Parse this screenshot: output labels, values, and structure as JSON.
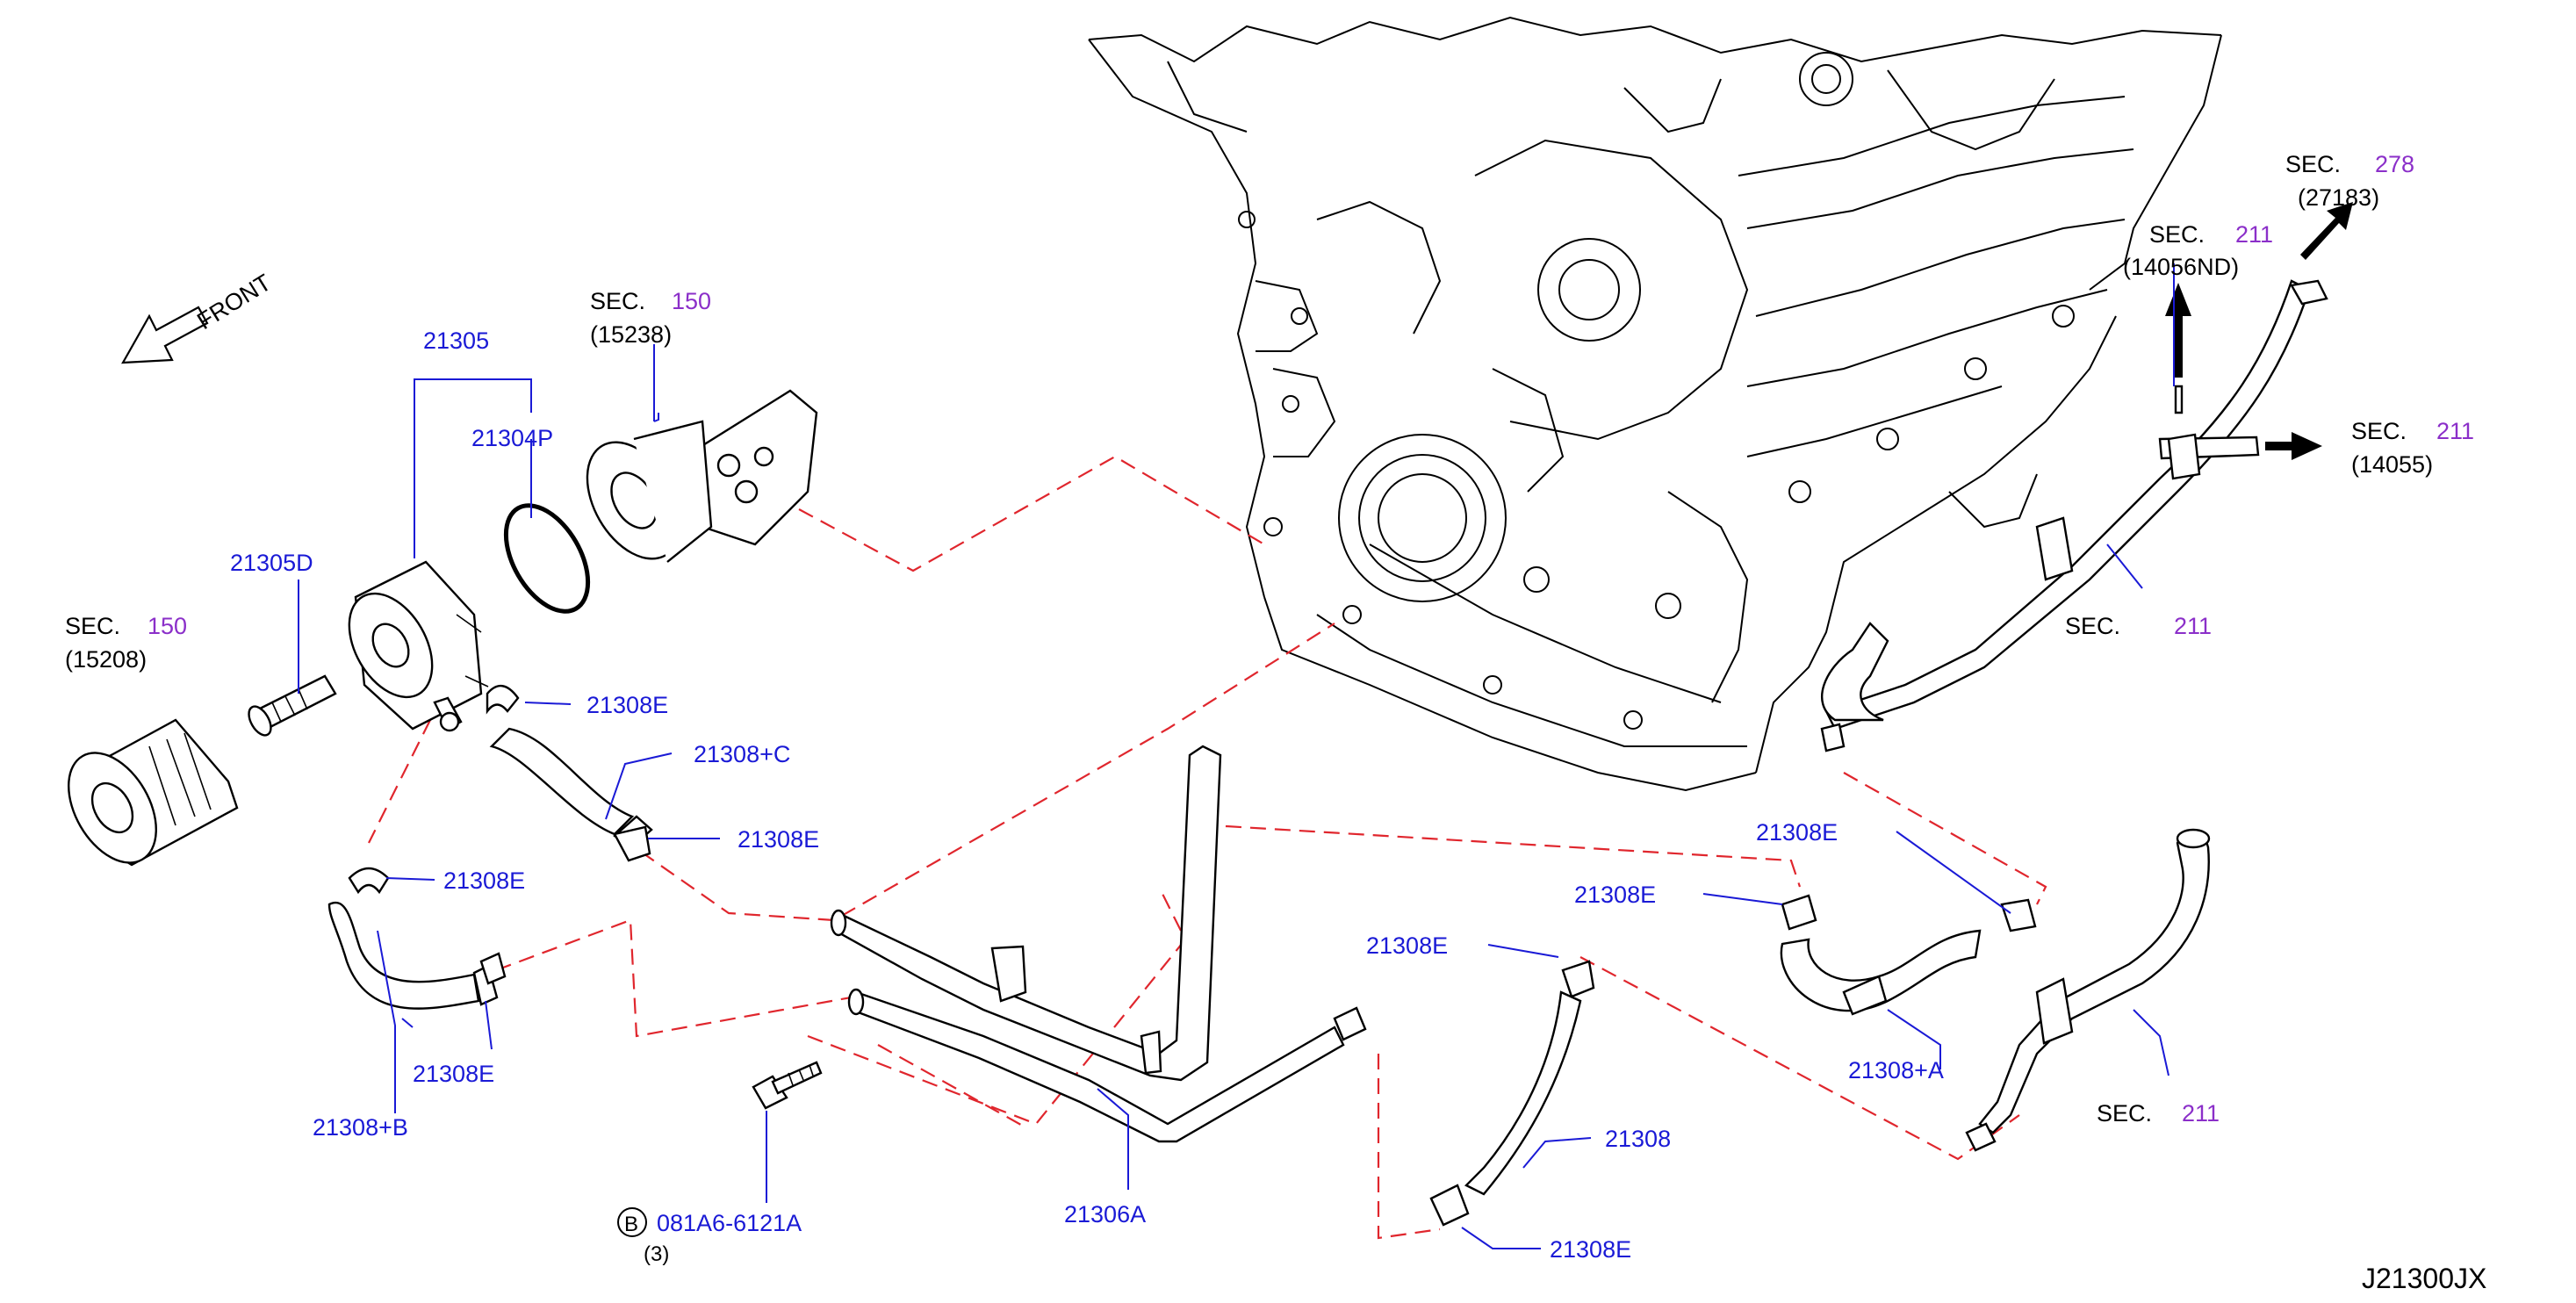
{
  "diagram_code": "J21300JX",
  "front_label": "FRONT",
  "section_refs": [
    {
      "id": "sec150-top",
      "prefix": "SEC.",
      "num": "150",
      "sub": "(15238)"
    },
    {
      "id": "sec150-left",
      "prefix": "SEC.",
      "num": "150",
      "sub": "(15208)"
    },
    {
      "id": "sec278",
      "prefix": "SEC.",
      "num": "278",
      "sub": "(27183)"
    },
    {
      "id": "sec211-a",
      "prefix": "SEC.",
      "num": "211",
      "sub": "(14056ND)"
    },
    {
      "id": "sec211-b",
      "prefix": "SEC.",
      "num": "211",
      "sub": "(14055)"
    },
    {
      "id": "sec211-c",
      "prefix": "SEC.",
      "num": "211",
      "sub": ""
    },
    {
      "id": "sec211-d",
      "prefix": "SEC.",
      "num": "211",
      "sub": ""
    }
  ],
  "part_labels": {
    "p21305": "21305",
    "p21304P": "21304P",
    "p21305D": "21305D",
    "p21308E_1": "21308E",
    "p21308C": "21308+C",
    "p21308E_2": "21308E",
    "p21308E_3": "21308E",
    "p21308E_4": "21308E",
    "p21308B": "21308+B",
    "p21306A": "21306A",
    "p21308E_5": "21308E",
    "p21308E_6": "21308E",
    "p21308": "21308",
    "p21308E_7": "21308E",
    "p21308E_8": "21308E",
    "p21308A": "21308+A"
  },
  "bolt": {
    "badge": "B",
    "code": "081A6-6121A",
    "qty": "(3)"
  },
  "colors": {
    "part_number": "#1a1ad6",
    "section_number": "#8b2fc9",
    "reference_line": "#e0262d",
    "drawing": "#000000"
  }
}
